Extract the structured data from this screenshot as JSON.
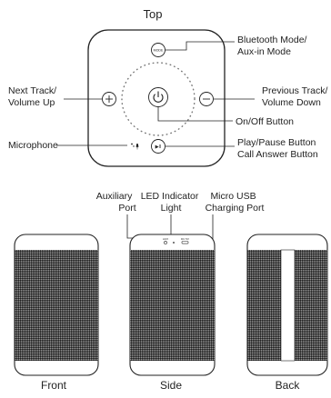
{
  "top_title": "Top",
  "callouts": {
    "bluetooth_mode": [
      "Bluetooth Mode/",
      "Aux-in Mode"
    ],
    "next_track": [
      "Next Track/",
      "Volume Up"
    ],
    "previous_track": [
      "Previous Track/",
      "Volume Down"
    ],
    "power": "On/Off Button",
    "microphone": "Microphone",
    "play_pause": [
      "Play/Pause Button",
      "Call Answer Button"
    ],
    "aux_port": [
      "Auxiliary",
      "Port"
    ],
    "led": [
      "LED Indicator",
      "Light"
    ],
    "usb": [
      "Micro USB",
      "Charging Port"
    ]
  },
  "button_texts": {
    "mode": "MODE",
    "play": "▶II"
  },
  "port_texts": {
    "aux": "AUX",
    "dc": "DC 5V"
  },
  "views": {
    "front": "Front",
    "side": "Side",
    "back": "Back"
  },
  "icons": [
    "mode-button-icon",
    "plus-icon",
    "minus-icon",
    "power-icon",
    "play-pause-icon",
    "microphone-icon"
  ]
}
